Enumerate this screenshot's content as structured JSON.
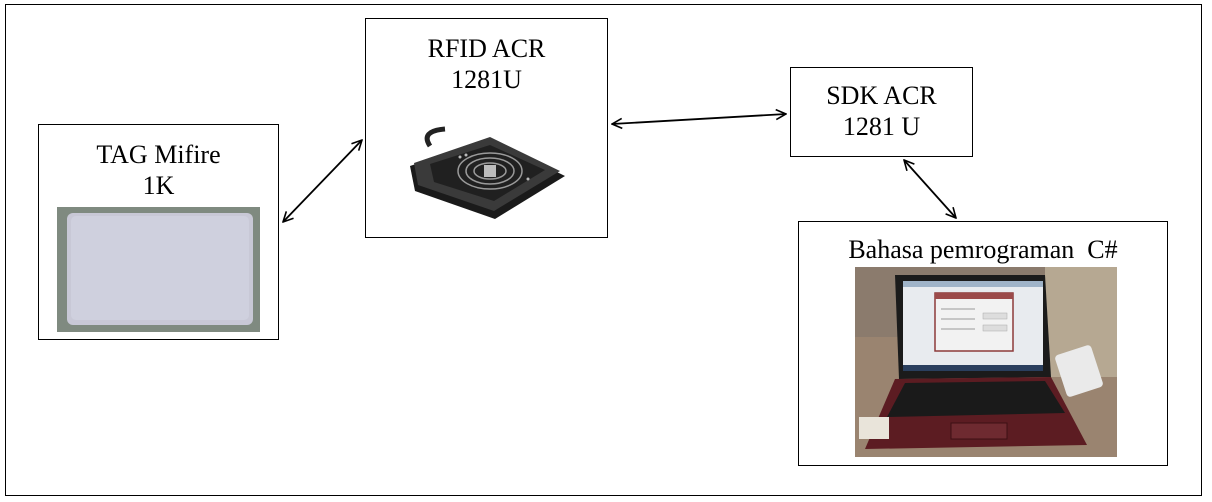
{
  "nodes": {
    "tag": {
      "line1": "TAG Mifire",
      "line2": "1K"
    },
    "rfid": {
      "line1": "RFID ACR",
      "line2": "1281U"
    },
    "sdk": {
      "line1": "SDK ACR",
      "line2": "1281 U"
    },
    "csharp": {
      "line1": "Bahasa pemrograman  C#"
    }
  },
  "connections": [
    {
      "from": "tag",
      "to": "rfid",
      "style": "bidirectional"
    },
    {
      "from": "rfid",
      "to": "sdk",
      "style": "bidirectional"
    },
    {
      "from": "sdk",
      "to": "csharp",
      "style": "bidirectional"
    }
  ],
  "colors": {
    "border": "#000000",
    "background": "#ffffff"
  },
  "icons": {
    "tag": "rfid-card-photo",
    "rfid": "card-reader-photo",
    "csharp": "laptop-photo"
  }
}
